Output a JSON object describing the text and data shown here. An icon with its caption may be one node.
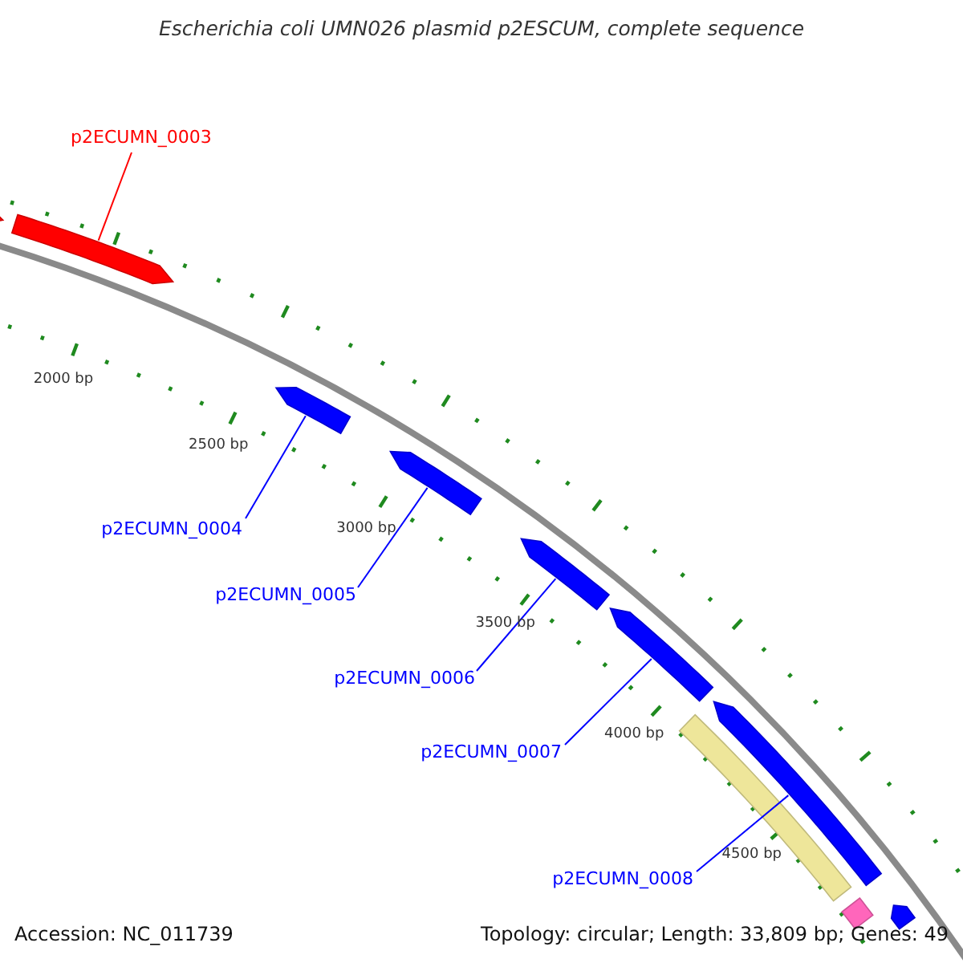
{
  "diagram": {
    "title": "Escherichia coli UMN026 plasmid p2ESCUM, complete sequence",
    "nodes": [
      {
        "text": [],
        "shape": "bar"
      },
      {
        "text": [],
        "shape": "bar"
      },
      {
        "text": [],
        "shape": "bar"
      },
      {
        "text": [],
        "shape": "bar"
      },
      {
        "text": [],
        "shape": "bar"
      },
      {
        "text": [],
        "shape": "bar"
      },
      {
        "text": [],
        "shape": "bar"
      },
      {
        "text": [],
        "shape": "bar"
      },
      {
        "text": [],
        "shape": "bar"
      },
      {
        "text": [],
        "shape": "bar"
      },
      {
        "text": [
          "p2ECUMN_0003"
        ]
      },
      {
        "text": [
          "p2ECUMN_0004"
        ]
      },
      {
        "text": [
          "p2ECUMN_0005"
        ]
      },
      {
        "text": [
          "p2ECUMN_0006"
        ]
      },
      {
        "text": [
          "p2ECUMN_0007"
        ]
      },
      {
        "text": [
          "p2ECUMN_0008"
        ]
      }
    ],
    "edges": [
      {
        "from": 10,
        "to": 1,
        "arrow": "none",
        "color": "#ff0000"
      },
      {
        "from": 11,
        "to": 2,
        "arrow": "none"
      },
      {
        "from": 12,
        "to": 3,
        "arrow": "none"
      },
      {
        "from": 13,
        "to": 4,
        "arrow": "none"
      },
      {
        "from": 14,
        "to": 5,
        "arrow": "none"
      },
      {
        "from": 15,
        "to": 7,
        "arrow": "none"
      }
    ],
    "labels": [
      "2000 bp",
      "2500 bp",
      "3000 bp",
      "3500 bp",
      "4000 bp",
      "4500 bp",
      "Accession: NC_011739",
      "Topology: circular; Length: 33,809 bp; Genes: 49"
    ]
  }
}
